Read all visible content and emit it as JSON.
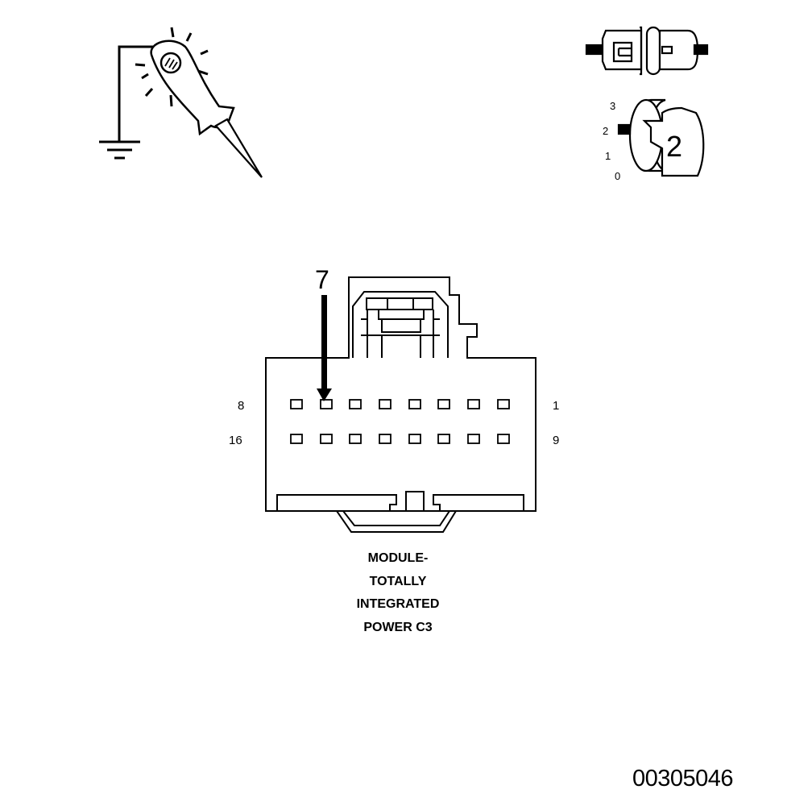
{
  "diagram": {
    "ignition_switch": {
      "positions": [
        "3",
        "2",
        "1",
        "0"
      ],
      "selected_position": "2"
    },
    "connector": {
      "callout_pin": "7",
      "row_labels": {
        "top_left": "8",
        "top_right": "1",
        "bottom_left": "16",
        "bottom_right": "9"
      },
      "caption_lines": [
        "MODULE-",
        "TOTALLY",
        "INTEGRATED",
        "POWER C3"
      ]
    },
    "figure_id": "00305046"
  }
}
